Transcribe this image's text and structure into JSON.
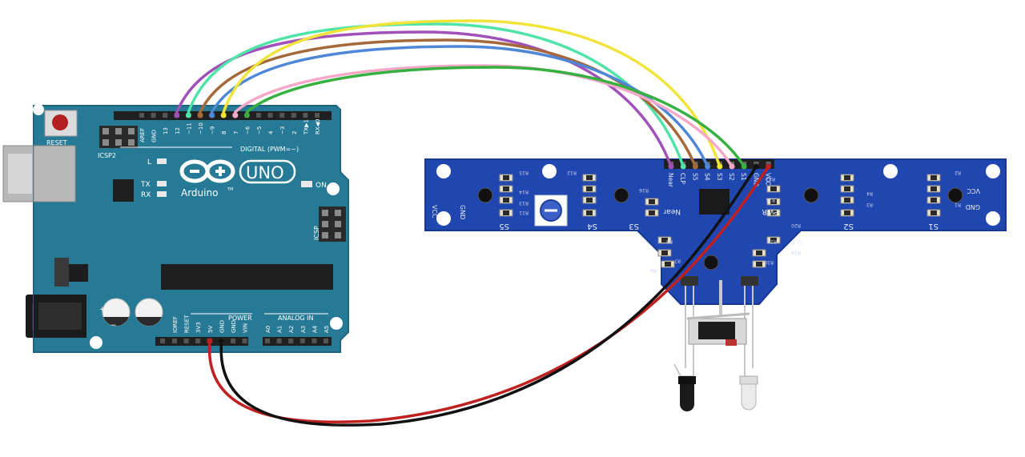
{
  "arduino": {
    "reset": "RESET",
    "icsp2": "ICSP2",
    "icsp": "ICSP",
    "brand": "Arduino",
    "tm": "TM",
    "model": "UNO",
    "led_l": "L",
    "led_tx": "TX",
    "led_rx": "RX",
    "led_on": "ON",
    "digital_label": "DIGITAL (PWM=~)",
    "power_label": "POWER",
    "analog_label": "ANALOG IN",
    "digital_pins": [
      "AREF",
      "GND",
      "13",
      "12",
      "~11",
      "~10",
      "~9",
      "8",
      "7",
      "~6",
      "~5",
      "4",
      "~3",
      "2",
      "TX▶1",
      "RX◀0"
    ],
    "power_pins": [
      "IOREF",
      "RESET",
      "3V3",
      "5V",
      "GND",
      "GND",
      "VIN"
    ],
    "analog_pins": [
      "A0",
      "A1",
      "A2",
      "A3",
      "A4",
      "A5"
    ],
    "plus_symbol": "+",
    "minus_symbol": "−"
  },
  "sensor_board": {
    "header_pins": [
      "Near",
      "CLP",
      "S5",
      "S4",
      "S3",
      "S2",
      "S1",
      "GND",
      "VCC"
    ],
    "left_pads": [
      "VCC",
      "GND"
    ],
    "right_pads": [
      "VCC",
      "GND"
    ],
    "channels": [
      "S5",
      "S4",
      "S3",
      "S2",
      "S1"
    ],
    "near_label": "Near",
    "pwr_label": "PWR",
    "clp_label": "CLP",
    "resistors": [
      "R15",
      "R14",
      "R13",
      "R11",
      "R12",
      "R16",
      "R22",
      "R21",
      "R4",
      "R3",
      "R1",
      "R2",
      "R8",
      "R7",
      "R19",
      "R20",
      "R18",
      "R10",
      "R9"
    ]
  },
  "wires": [
    {
      "from": "D12",
      "to": "Near",
      "color": "#a050b8"
    },
    {
      "from": "D11",
      "to": "CLP",
      "color": "#4fe3a8"
    },
    {
      "from": "D10",
      "to": "S5",
      "color": "#a5683a"
    },
    {
      "from": "D9",
      "to": "S4",
      "color": "#4f87d8"
    },
    {
      "from": "D8",
      "to": "S3",
      "color": "#f0e43a"
    },
    {
      "from": "D7",
      "to": "S2",
      "color": "#f5a8c8"
    },
    {
      "from": "D6",
      "to": "S1",
      "color": "#36b040"
    },
    {
      "from": "5V",
      "to": "VCC",
      "color": "#c0201f"
    },
    {
      "from": "GND",
      "to": "GND",
      "color": "#111111"
    }
  ]
}
